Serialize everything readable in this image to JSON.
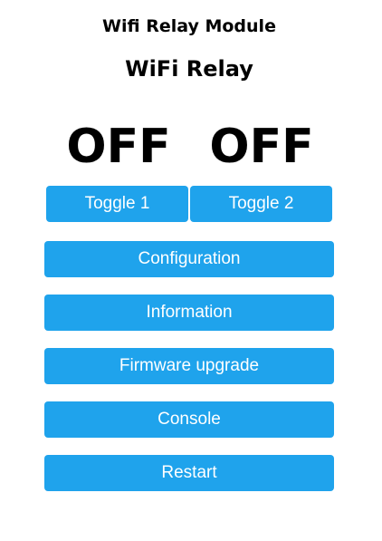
{
  "header": {
    "module_name": "Wifi Relay Module",
    "device_name": "WiFi Relay"
  },
  "relays": [
    {
      "state": "OFF",
      "toggle_label": "Toggle 1"
    },
    {
      "state": "OFF",
      "toggle_label": "Toggle 2"
    }
  ],
  "menu": {
    "configuration": "Configuration",
    "information": "Information",
    "firmware_upgrade": "Firmware upgrade",
    "console": "Console",
    "restart": "Restart"
  },
  "colors": {
    "button_background": "#1fa3ec",
    "button_text": "#ffffff",
    "page_background": "#ffffff",
    "text": "#000000"
  }
}
